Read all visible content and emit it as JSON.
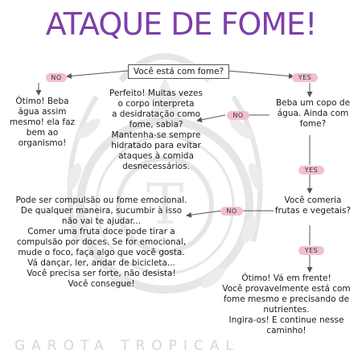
{
  "title": "ATAQUE DE FOME!",
  "start_question": "Você está com fome?",
  "labels": {
    "no": "NO",
    "yes": "YES"
  },
  "nodes": {
    "no_hungry": [
      "Ótimo! Beba",
      "água assim",
      "mesmo! ela faz",
      "bem ao",
      "organismo!"
    ],
    "dehydration": [
      "Perfeito! Muitas vezes",
      "o corpo interpreta",
      "a desidratação como",
      "fome, sabia?",
      "Mantenha-se sempre",
      "hidratado para evitar",
      "ataques à comida",
      "desnecessários."
    ],
    "drink_water": [
      "Beba um copo de",
      "água. Ainda com",
      "fome?"
    ],
    "fruits_question": [
      "Você comeria",
      "frutas e vegetais?"
    ],
    "compulsion": [
      "Pode ser compulsão ou fome emocional.",
      "De qualquer maneira, sucumbir à isso",
      "não vai te ajudar...",
      "Comer uma fruta doce pode tirar a",
      "compulsão por doces. Se for emocional,",
      "mude o foco, faça algo que você gosta.",
      "Vá dançar, ler, andar de bicicleta...",
      "Você precisa ser forte, não desista!",
      "Você consegue!"
    ],
    "great": [
      "Ótimo! Vá em frente!",
      "Você provavelmente está com",
      "fome mesmo e precisando de",
      "nutrientes.",
      "Ingira-os! E continue nesse",
      "caminho!"
    ]
  },
  "watermark": "GAROTA TROPICAL",
  "colors": {
    "title": "#7e3fa8",
    "pill": "#f2bfd0",
    "arrow": "#555555",
    "watermark": "#d6d6d6"
  }
}
